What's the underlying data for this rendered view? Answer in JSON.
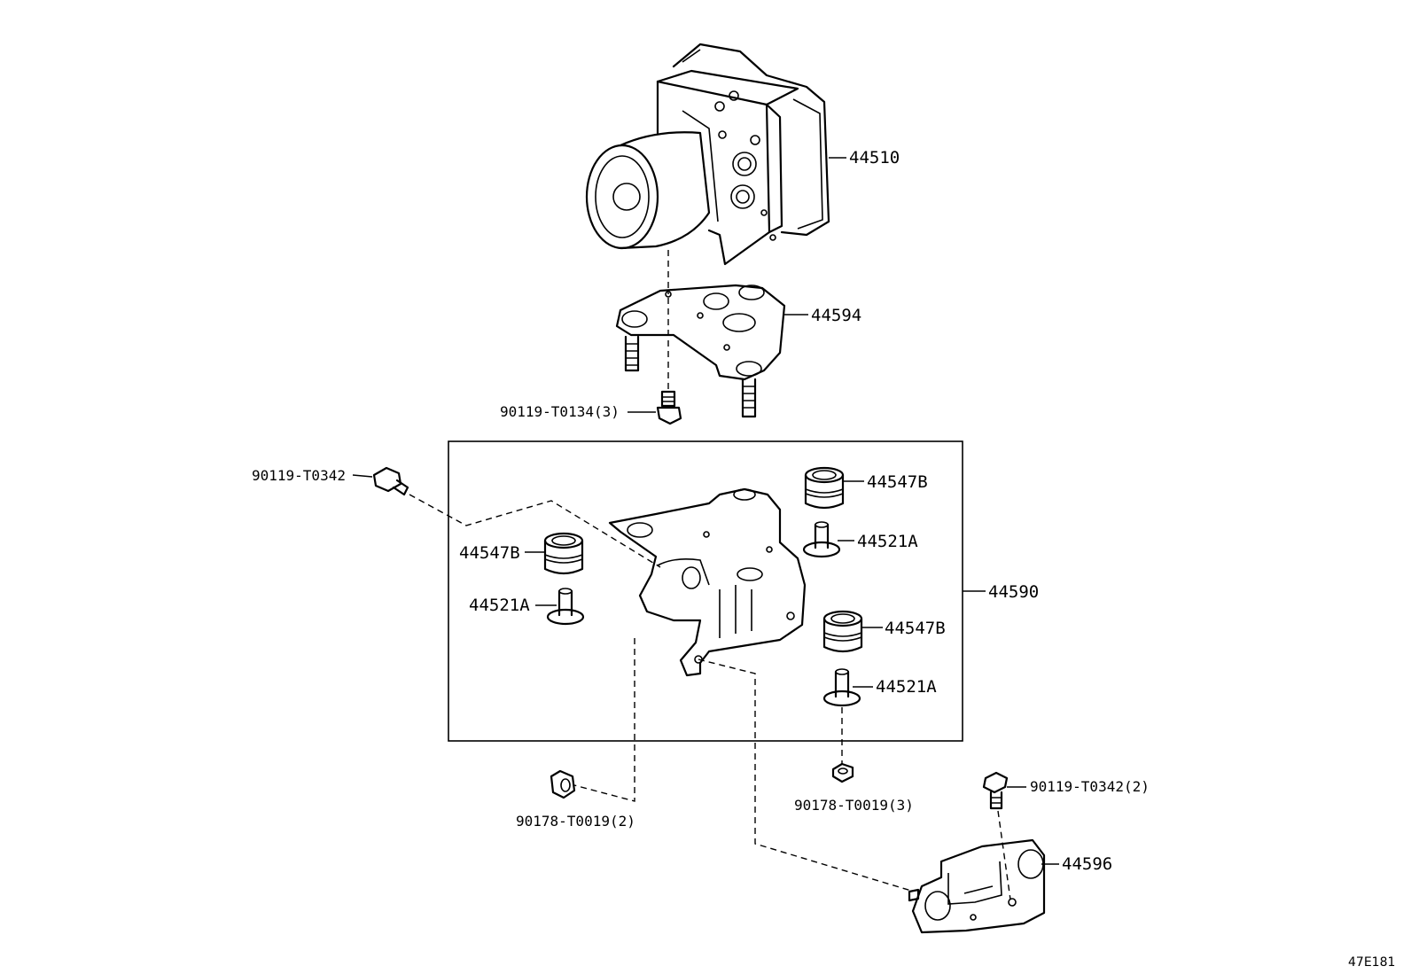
{
  "labels": {
    "p44510": "44510",
    "p44594": "44594",
    "p90119_t0134": "90119-T0134(3)",
    "p90119_t0342_left": "90119-T0342",
    "p44547b_top": "44547B",
    "p44521a_top": "44521A",
    "p44547b_left": "44547B",
    "p44521a_left": "44521A",
    "p44590": "44590",
    "p44547b_right": "44547B",
    "p44521a_right": "44521A",
    "p90178_t0019_3": "90178-T0019(3)",
    "p90178_t0019_2": "90178-T0019(2)",
    "p90119_t0342_2": "90119-T0342(2)",
    "p44596": "44596"
  },
  "diagram_code": "47E181"
}
